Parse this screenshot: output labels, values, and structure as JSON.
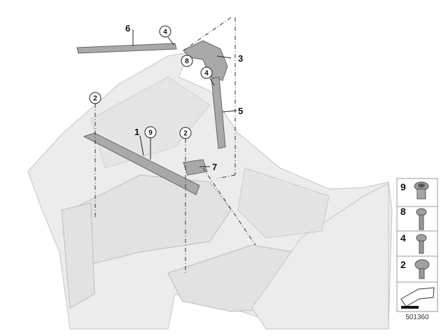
{
  "callouts": {
    "part_6": "6",
    "part_4_top": "4",
    "part_8": "8",
    "part_3": "3",
    "part_4_mid": "4",
    "part_5": "5",
    "part_2_left": "2",
    "part_1": "1",
    "part_9": "9",
    "part_2_center": "2",
    "part_7": "7"
  },
  "legend": {
    "items": [
      {
        "number": "9",
        "icon": "collar-nut-icon"
      },
      {
        "number": "8",
        "icon": "flange-bolt-long-icon"
      },
      {
        "number": "4",
        "icon": "flange-bolt-icon"
      },
      {
        "number": "2",
        "icon": "hex-flange-bolt-icon"
      }
    ],
    "arrow_icon": "direction-arrow-icon"
  },
  "diagram_number": "501360",
  "colors": {
    "body": "#ececec",
    "part": "#a9a9a9",
    "line": "#222222"
  }
}
